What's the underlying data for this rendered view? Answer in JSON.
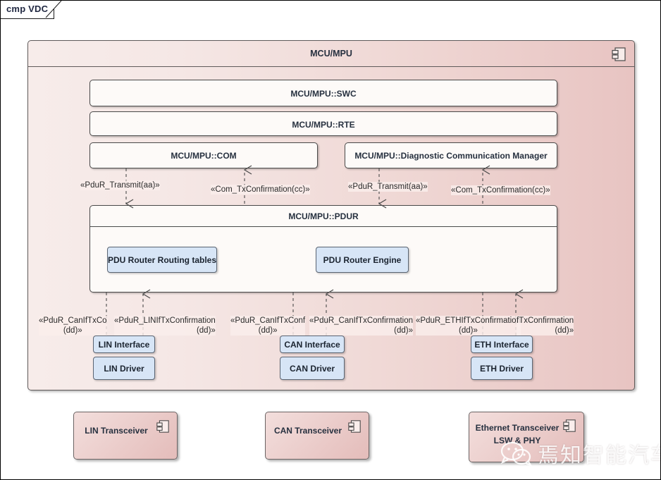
{
  "frame": {
    "label": "cmp VDC"
  },
  "mcu": {
    "title": "MCU/MPU",
    "icon": "component-icon"
  },
  "modules": {
    "swc": "MCU/MPU::SWC",
    "rte": "MCU/MPU::RTE",
    "com": "MCU/MPU::COM",
    "dcm": "MCU/MPU::Diagnostic Communication Manager",
    "pdur": "MCU/MPU::PDUR"
  },
  "pdur_parts": [
    {
      "label": "PDU Router Routing tables"
    },
    {
      "label": "PDU Router Engine"
    }
  ],
  "stacks": [
    {
      "interface": "LIN Interface",
      "driver": "LIN Driver"
    },
    {
      "interface": "CAN Interface",
      "driver": "CAN Driver"
    },
    {
      "interface": "ETH Interface",
      "driver": "ETH Driver"
    }
  ],
  "transceivers": [
    {
      "line1": "LIN Transceiver",
      "line2": ""
    },
    {
      "line1": "CAN Transceiver",
      "line2": ""
    },
    {
      "line1": "Ethernet Transceiver",
      "line2": "LSW & PHY"
    }
  ],
  "stereotypes": {
    "com_transmit": "«PduR_Transmit(aa)»",
    "com_txconf": "«Com_TxConfirmation(cc)»",
    "dcm_transmit": "«PduR_Transmit(aa)»",
    "dcm_txconf": "«Com_TxConfirmation(cc)»",
    "lin_left_l1": "«PduR_CanIfTxCo",
    "lin_left_l2": "(dd)»",
    "lin_right_l1": "«PduR_LINIfTxConfirmation",
    "lin_right_l2": "(dd)»",
    "can_left_l1": "«PduR_CanIfTxConf",
    "can_left_l2": "(dd)»",
    "can_right_l1": "«PduR_CanIfTxConfirmation",
    "can_right_l2": "(dd)»",
    "eth_left_l1": "«PduR_ETHIfTxConfirmation",
    "eth_left_l2": "(dd)»",
    "eth_right_l1": "fTxConfirmation",
    "eth_right_l2": "(dd)»"
  },
  "watermark": {
    "text": "焉知智能汽车",
    "logo": "wechat-logo-icon"
  },
  "colors": {
    "container_light": "#f7ecea",
    "container_dark": "#e8c4c2",
    "module_fill": "#fdfaf8",
    "blue_fill": "#d7e5f6",
    "line": "#4a4a4a",
    "title_text": "#26303f"
  }
}
